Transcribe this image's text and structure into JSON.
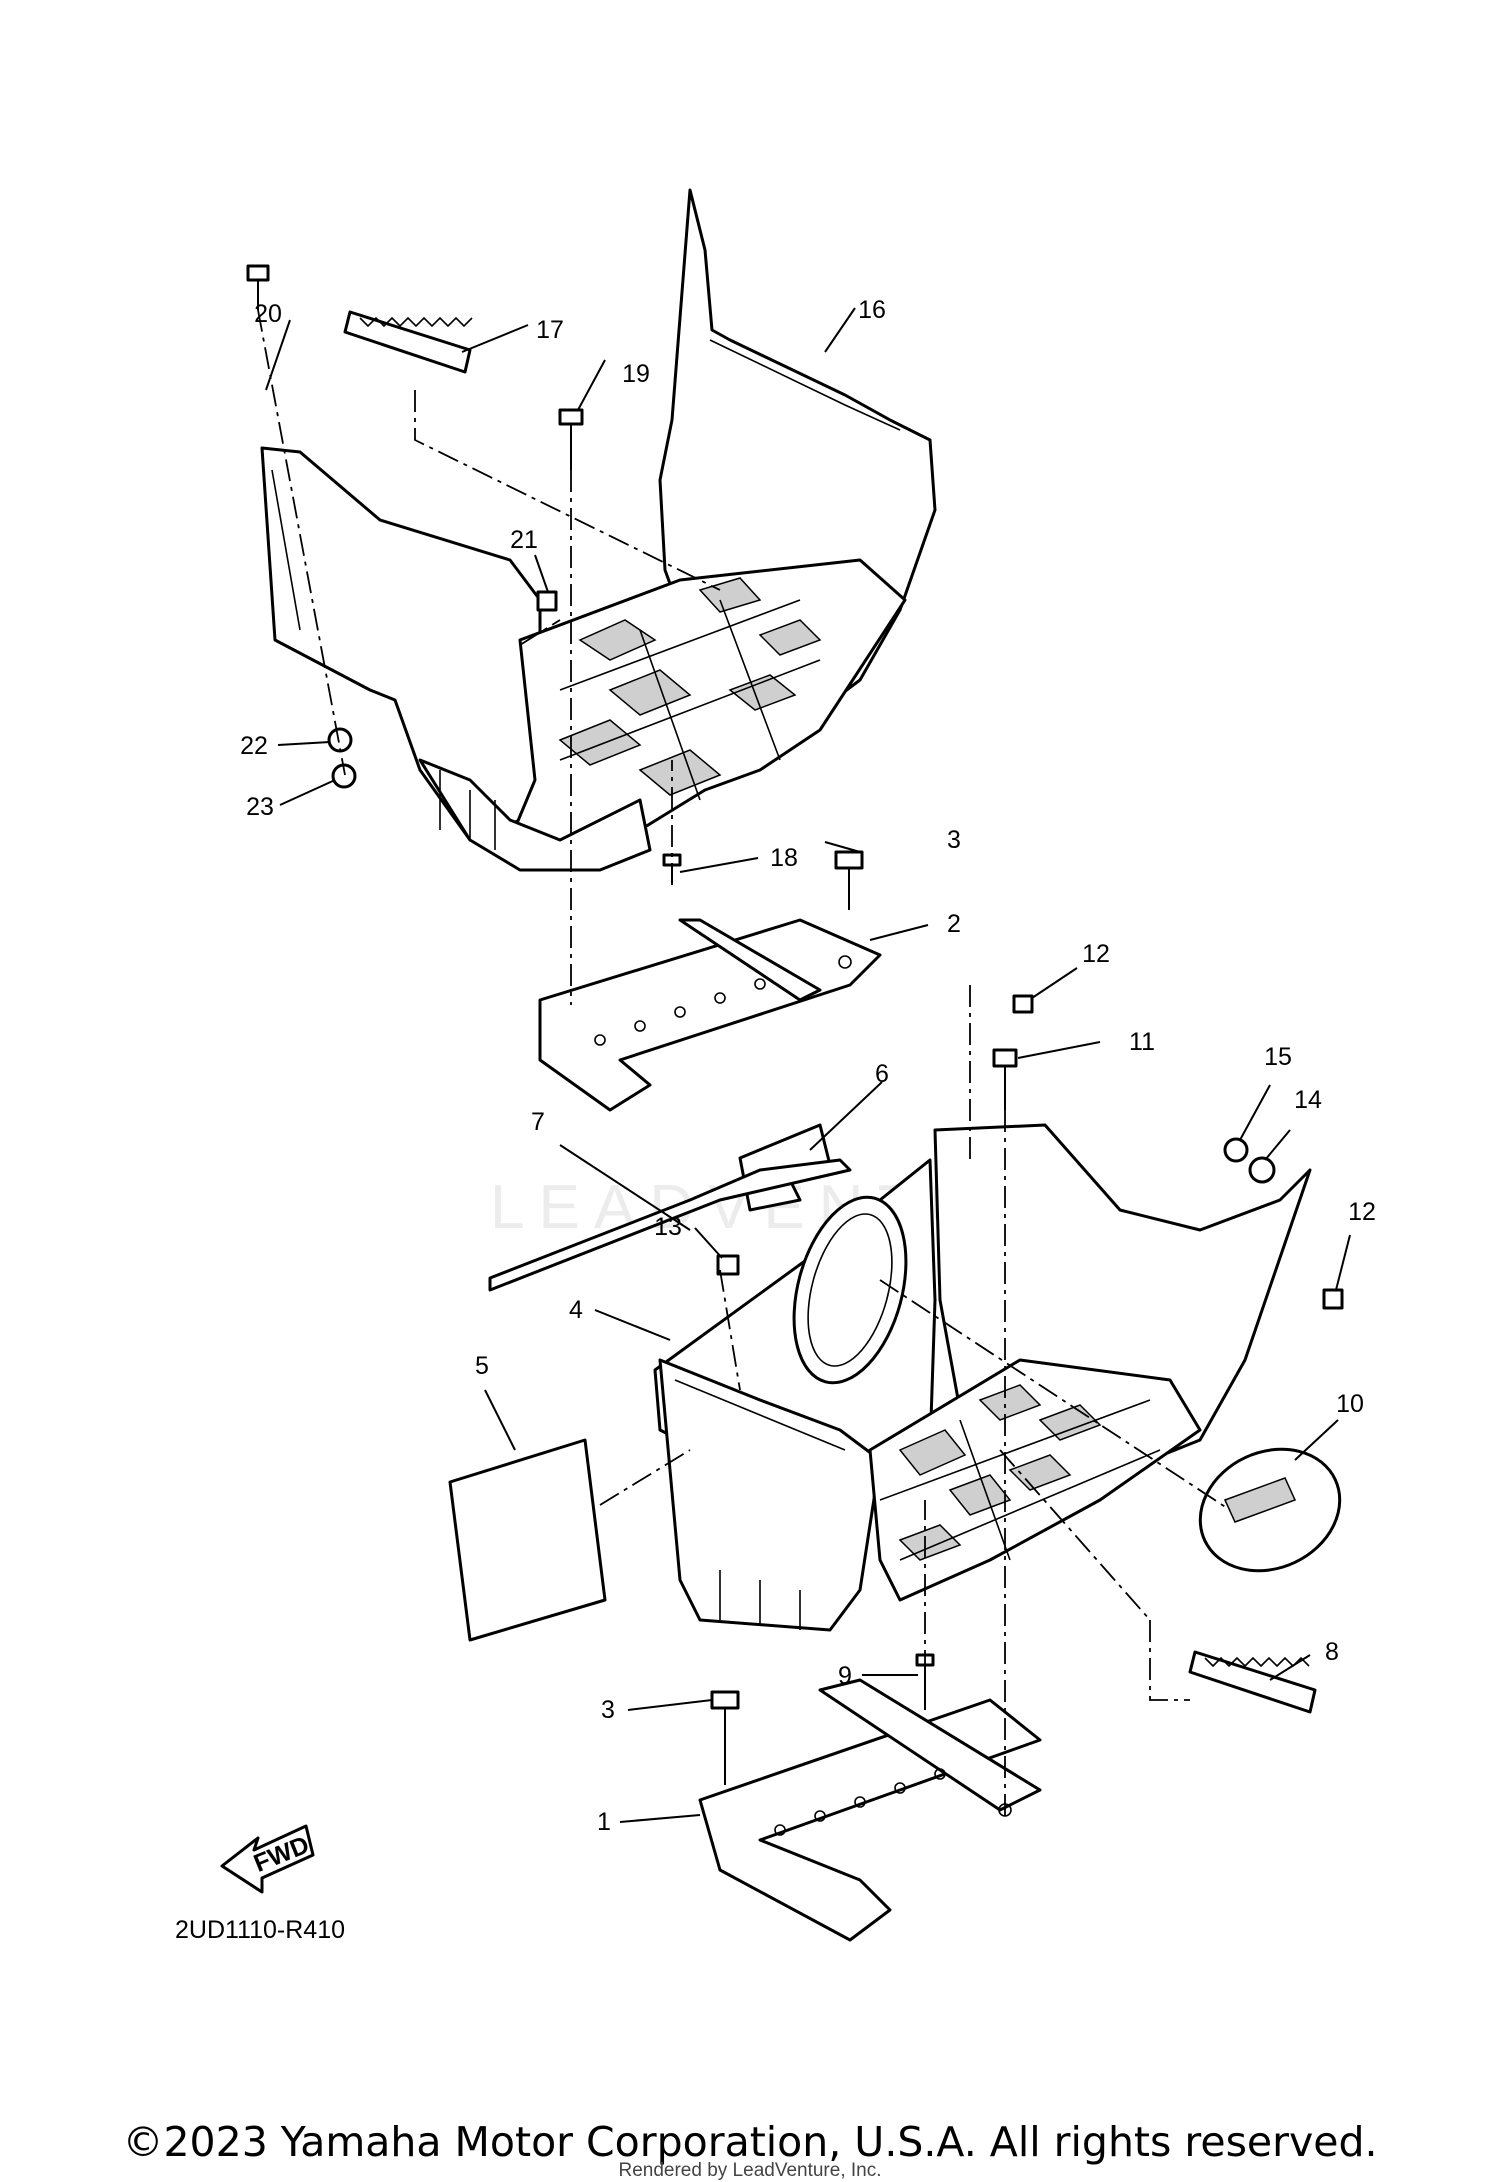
{
  "watermark": "LEADVENTURE",
  "diagram_code": "2UD1110-R410",
  "fwd_label": "FWD",
  "copyright": "©2023 Yamaha Motor Corporation, U.S.A. All rights reserved.",
  "rendered_by": "Rendered by LeadVenture, Inc.",
  "part_labels": [
    "20",
    "17",
    "19",
    "16",
    "21",
    "22",
    "23",
    "18",
    "3",
    "2",
    "12",
    "11",
    "15",
    "14",
    "6",
    "7",
    "13",
    "12",
    "4",
    "5",
    "10",
    "8",
    "9",
    "3",
    "1"
  ]
}
